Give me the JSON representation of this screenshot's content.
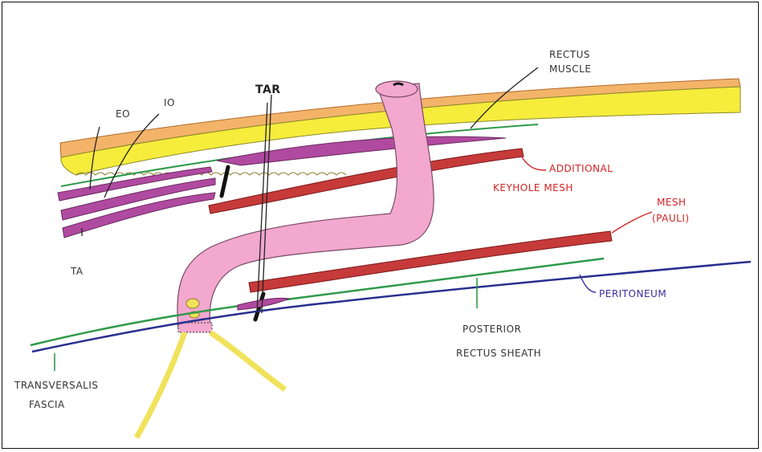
{
  "labels": {
    "rectus_muscle_line1": "RECTUS",
    "rectus_muscle_line2": "MUSCLE",
    "eo": "EO",
    "io": "IO",
    "tar": "TAR",
    "ta": "TA",
    "additional_line1": "ADDITIONAL",
    "additional_line2": "KEYHOLE MESH",
    "mesh_line1": "MESH",
    "mesh_line2": "(PAULI)",
    "peritoneum": "PERITONEUM",
    "posterior_line1": "POSTERIOR",
    "posterior_line2": "RECTUS SHEATH",
    "transversalis_line1": "TRANSVERSALIS",
    "transversalis_line2": "FASCIA"
  },
  "colors": {
    "skin": "#f3b46a",
    "fat": "#f6ec3c",
    "muscle_purple": "#b04aa0",
    "stoma_pink": "#f2a8cf",
    "mesh_red": "#c63a3a",
    "fascia_green": "#2f9a4a",
    "peritoneum_blue": "#2a2f8f",
    "nerve_yellow": "#f0e25a",
    "label_red": "#d32222",
    "label_blue": "#3b2ea3"
  }
}
